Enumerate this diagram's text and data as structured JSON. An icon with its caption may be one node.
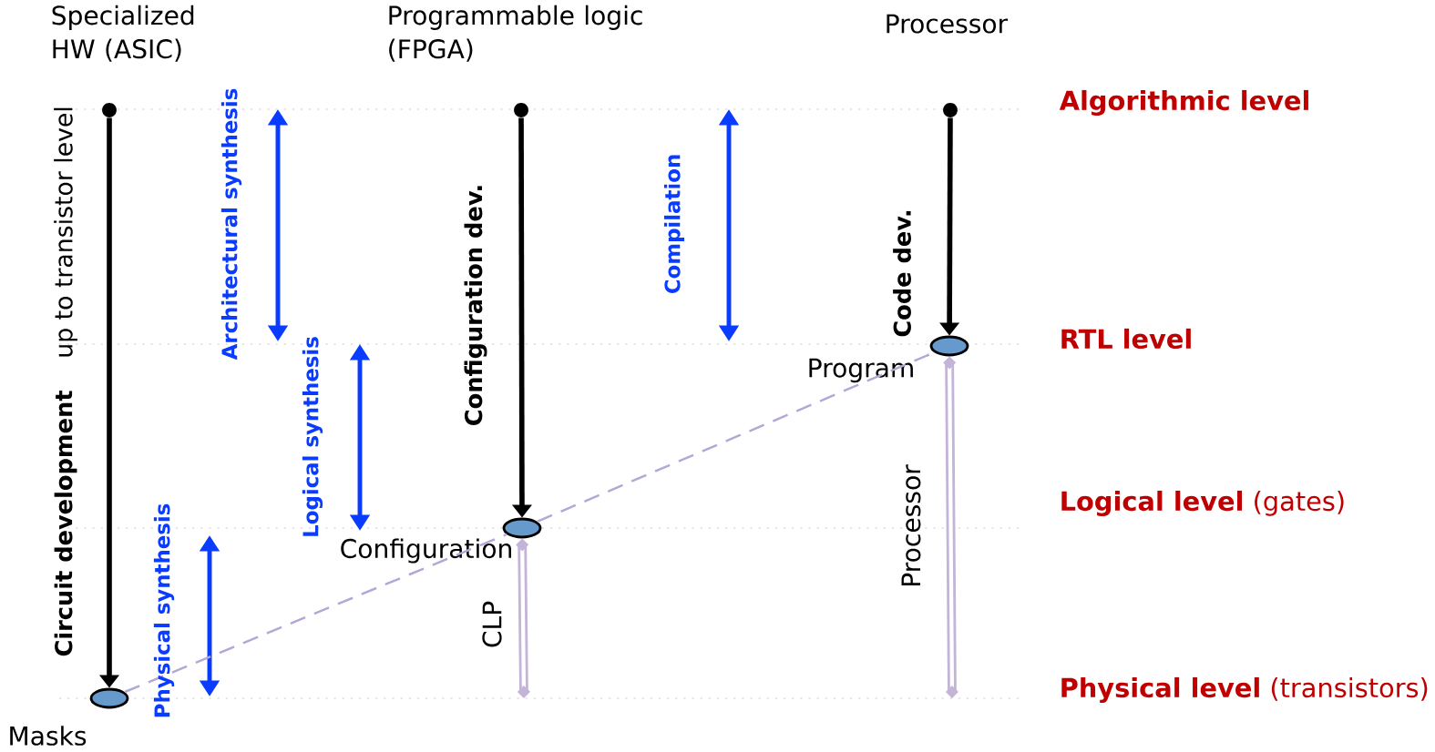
{
  "diagram": {
    "nodes": [
      {
        "text": [],
        "shape": "circle"
      },
      {
        "text": [],
        "shape": "ellipse",
        "beside": [
          "Masks"
        ]
      },
      {
        "text": [],
        "shape": "circle"
      },
      {
        "text": [],
        "shape": "ellipse",
        "beside": [
          "Configuration"
        ]
      },
      {
        "text": [],
        "shape": "circle"
      },
      {
        "text": [],
        "shape": "ellipse",
        "beside": [
          "Program"
        ]
      }
    ],
    "edges": [
      {
        "from": 0,
        "to": 1,
        "arrow": "to",
        "label": "Circuit development"
      },
      {
        "from": 2,
        "to": 3,
        "arrow": "to",
        "label": "Configuration dev."
      },
      {
        "from": 4,
        "to": 5,
        "arrow": "to",
        "label": "Code dev."
      },
      {
        "from": 1,
        "to": 3,
        "arrow": "none",
        "style": "dashed",
        "color": "#b4a7d6"
      },
      {
        "from": 3,
        "to": 5,
        "arrow": "none",
        "style": "dashed",
        "color": "#b4a7d6"
      },
      {
        "from": 3,
        "to": null,
        "arrow": "other",
        "color": "#c3b4d8",
        "label": "CLP"
      },
      {
        "from": 5,
        "to": null,
        "arrow": "other",
        "color": "#c3b4d8",
        "label": "Processor"
      }
    ],
    "labels": [
      "Specialized HW (ASIC)",
      "Programmable logic (FPGA)",
      "Processor",
      "up to transistor level",
      "Architectural synthesis",
      "Compilation",
      "Logical synthesis",
      "Physical synthesis",
      "Algorithmic level",
      "RTL level",
      "**Logical level** (gates)",
      "**Physical level** (transistors)"
    ]
  }
}
